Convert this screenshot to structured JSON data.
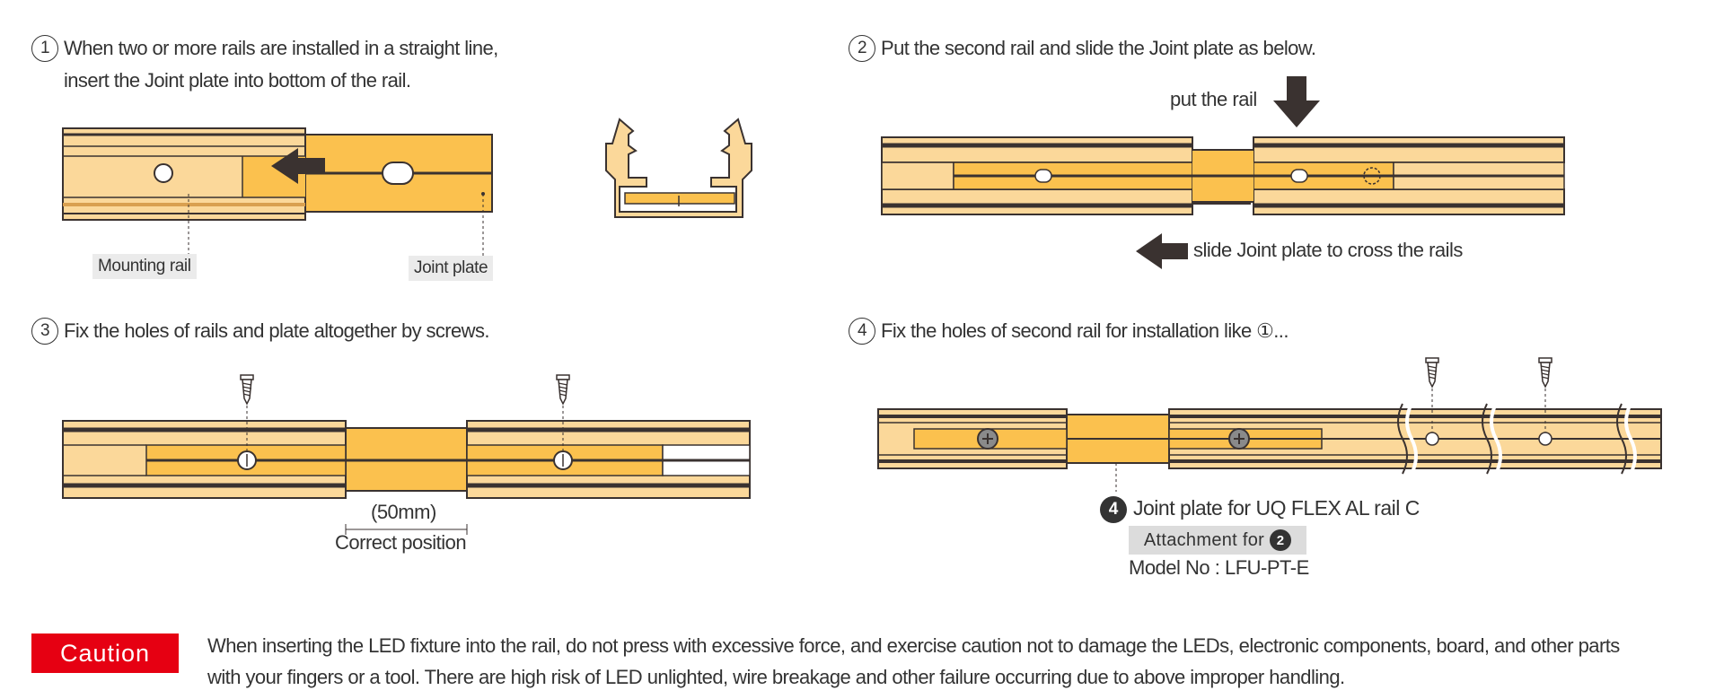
{
  "steps": [
    {
      "num": "1",
      "lines": [
        "When two or more rails are installed in a straight line,",
        "insert the Joint plate into bottom of the rail."
      ]
    },
    {
      "num": "2",
      "lines": [
        "Put the second rail and slide the Joint plate as below."
      ]
    },
    {
      "num": "3",
      "lines": [
        "Fix the holes of rails and plate altogether by screws."
      ]
    },
    {
      "num": "4",
      "lines": [
        "Fix the holes of second rail for installation like ①..."
      ]
    }
  ],
  "labels": {
    "mounting_rail": "Mounting rail",
    "joint_plate": "Joint plate",
    "put_rail": "put the rail",
    "slide_plate": "slide Joint plate to cross the rails",
    "distance": "(50mm)",
    "correct_position": "Correct position",
    "product_num": "4",
    "product_name": "Joint plate for UQ FLEX AL rail C",
    "attachment_for": "Attachment for",
    "attachment_num": "2",
    "model_no": "Model No : LFU-PT-E"
  },
  "caution": {
    "label": "Caution",
    "lines": [
      "When inserting the LED fixture into the rail, do not press with excessive force, and exercise caution not to damage the LEDs, electronic components, board, and other parts",
      "with your fingers or a tool. There are high risk of LED unlighted, wire breakage and other failure occurring due to above improper handling."
    ]
  },
  "colors": {
    "rail_light": "#fbd89a",
    "plate_orange": "#fbc14e",
    "outline": "#3a3230",
    "caution_red": "#e60012"
  }
}
